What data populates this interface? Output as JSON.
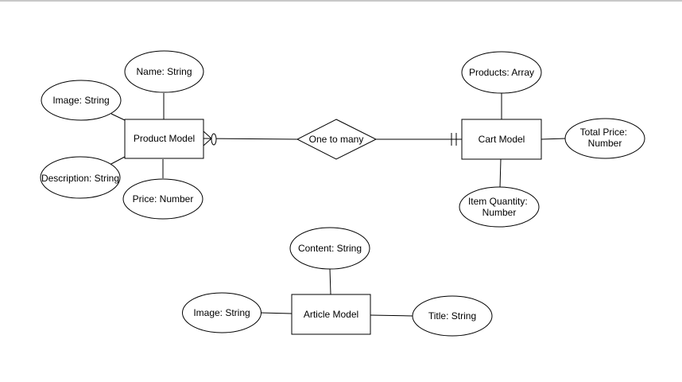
{
  "diagram": {
    "entities": {
      "product": "Product Model",
      "cart": "Cart Model",
      "article": "Article Model"
    },
    "relationship": "One to many",
    "attributes": {
      "product_name": "Name: String",
      "product_image": "Image: String",
      "product_description": "Description: String",
      "product_price": "Price: Number",
      "cart_products": "Products: Array",
      "cart_total_price": [
        "Total Price:",
        "Number"
      ],
      "cart_item_quantity": [
        "Item Quantity:",
        "Number"
      ],
      "article_content": "Content: String",
      "article_image": "Image: String",
      "article_title": "Title: String"
    },
    "cardinality": {
      "product_side": "zero or many",
      "cart_side": "one and only one"
    },
    "colors": {
      "stroke": "#000000",
      "fill": "#ffffff",
      "top_border": "#c8c8c8"
    }
  }
}
